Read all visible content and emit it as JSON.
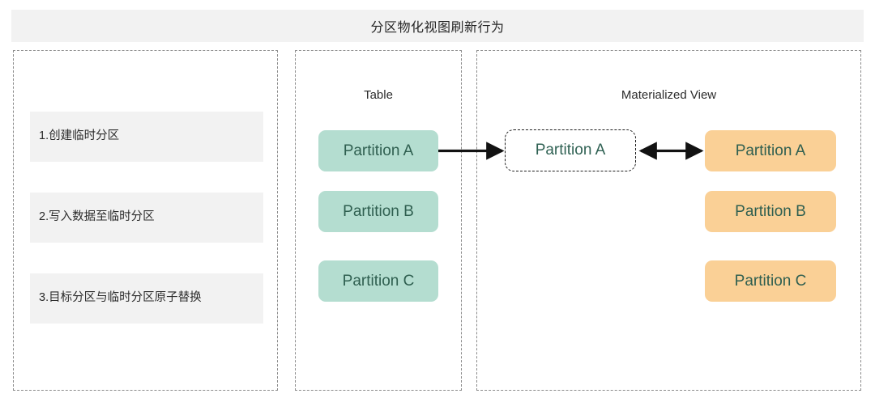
{
  "title": {
    "text": "分区物化视图刷新行为"
  },
  "colors": {
    "title_bar_bg": "#f2f2f2",
    "step_box_bg": "#f2f2f2",
    "table_partition_bg": "#b4ddd0",
    "mv_partition_bg": "#fad096",
    "partition_text": "#2f5f50",
    "panel_border": "#8a8a8a",
    "arrow": "#121212",
    "temp_partition_border": "#1f1f1f"
  },
  "steps_panel": {
    "name": "steps",
    "steps": [
      {
        "label": "1.创建临时分区"
      },
      {
        "label": "2.写入数据至临时分区"
      },
      {
        "label": "3.目标分区与临时分区原子替换"
      }
    ]
  },
  "table_panel": {
    "heading": "Table",
    "partitions": [
      {
        "label": "Partition A"
      },
      {
        "label": "Partition B"
      },
      {
        "label": "Partition C"
      }
    ]
  },
  "mv_panel": {
    "heading": "Materialized View",
    "temp_partition": {
      "label": "Partition A"
    },
    "partitions": [
      {
        "label": "Partition A"
      },
      {
        "label": "Partition B"
      },
      {
        "label": "Partition C"
      }
    ]
  },
  "arrows": [
    {
      "name": "table-to-temp-arrow",
      "from": "table Partition A",
      "to": "temp Partition A",
      "style": "single-head"
    },
    {
      "name": "temp-to-mv-arrow",
      "from": "temp Partition A",
      "to": "mv Partition A",
      "style": "double-head"
    }
  ]
}
